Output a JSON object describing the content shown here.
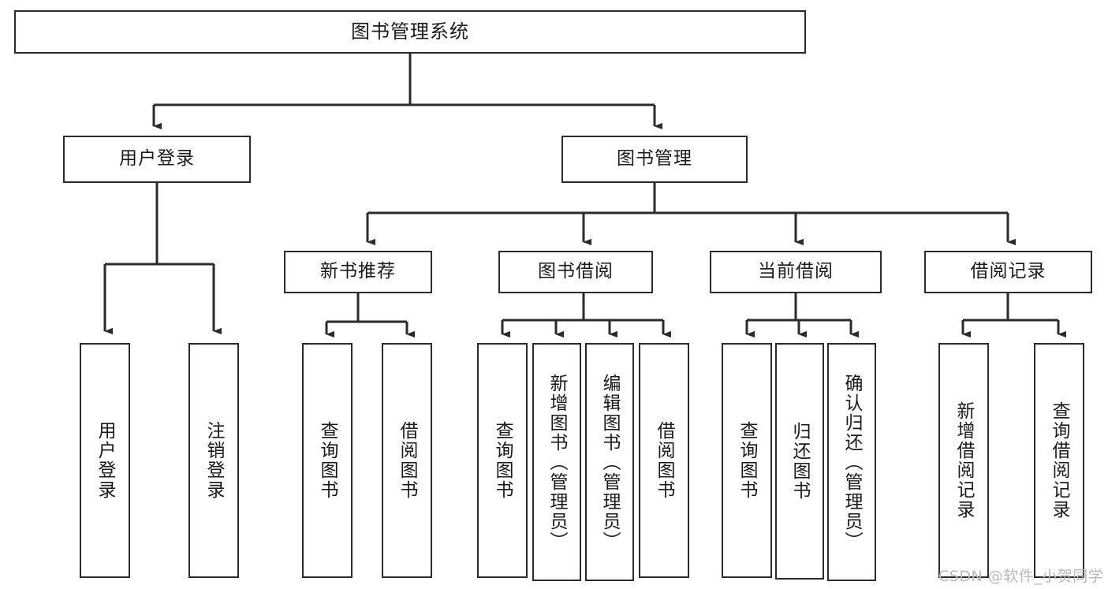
{
  "diagram": {
    "type": "tree-hierarchy",
    "title": "图书管理系统",
    "watermark": "CSDN @软件_小贺同学",
    "colors": {
      "stroke": "#2b2b2b",
      "fill": "#ffffff",
      "text": "#1a1a1a",
      "watermark": "#b9b9b9"
    },
    "root": {
      "label": "图书管理系统"
    },
    "level2": [
      {
        "label": "用户登录"
      },
      {
        "label": "图书管理"
      }
    ],
    "level3": [
      {
        "label": "新书推荐"
      },
      {
        "label": "图书借阅"
      },
      {
        "label": "当前借阅"
      },
      {
        "label": "借阅记录"
      }
    ],
    "leaves": {
      "user_login": [
        {
          "label": "用户登录"
        },
        {
          "label": "注销登录"
        }
      ],
      "new_book_recommend": [
        {
          "label": "查询图书"
        },
        {
          "label": "借阅图书"
        }
      ],
      "book_borrow": [
        {
          "label": "查询图书"
        },
        {
          "label": "新增图书（管理员）"
        },
        {
          "label": "编辑图书（管理员）"
        },
        {
          "label": "借阅图书"
        }
      ],
      "current_borrow": [
        {
          "label": "查询图书"
        },
        {
          "label": "归还图书"
        },
        {
          "label": "确认归还（管理员）"
        }
      ],
      "borrow_record": [
        {
          "label": "新增借阅记录"
        },
        {
          "label": "查询借阅记录"
        }
      ]
    }
  }
}
